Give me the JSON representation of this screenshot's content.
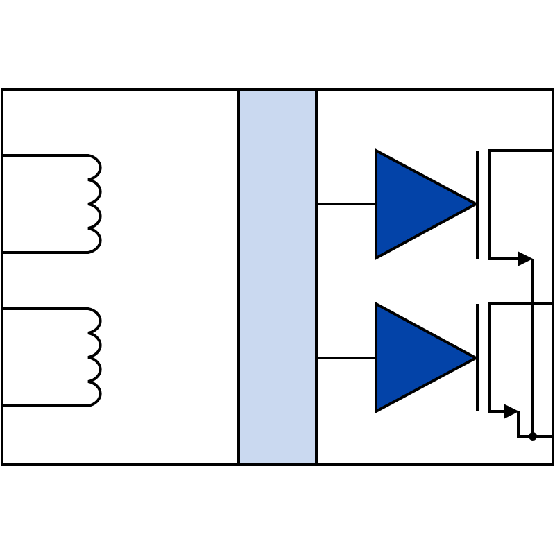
{
  "colors": {
    "isolation_barrier": "#cad9f0",
    "driver_fill": "#0343a8",
    "line": "#000000",
    "background": "#ffffff"
  },
  "components": {
    "outer_box": "outer-box",
    "isolation_barrier": "isolation-barrier",
    "coils": [
      "coil-top",
      "coil-bottom"
    ],
    "drivers": [
      "driver-amplifier-top",
      "driver-amplifier-bottom"
    ],
    "transistors": [
      "transistor-top",
      "transistor-bottom"
    ],
    "junction": "output-junction-dot"
  }
}
